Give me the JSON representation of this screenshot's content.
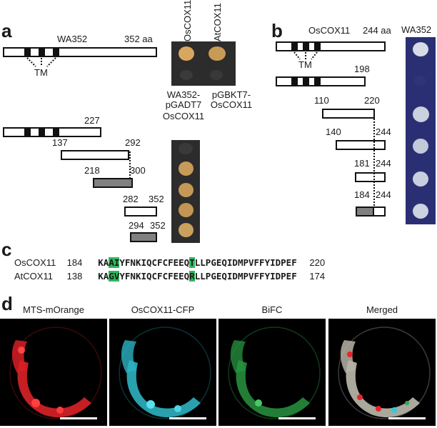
{
  "panel_a": {
    "letter": "a",
    "protein_label": "WA352",
    "full_length_label": "352 aa",
    "tm_label": "TM",
    "col_labels": [
      "OsCOX11",
      "AtCOX11"
    ],
    "label_bottom_left": "WA352-\npGADT7",
    "label_bottom_right": "pGBKT7-\nOsCOX11",
    "label_bottom_sub": "OsCOX11",
    "fragments": [
      {
        "start": "",
        "end": "227"
      },
      {
        "start": "137",
        "end": "292"
      },
      {
        "start": "218",
        "end": "300"
      },
      {
        "start": "282",
        "end": "352"
      },
      {
        "start": "294",
        "end": "352"
      }
    ]
  },
  "panel_b": {
    "letter": "b",
    "protein_label": "OsCOX11",
    "full_length_label": "244 aa",
    "tm_label": "TM",
    "plate_label": "WA352",
    "fragments": [
      {
        "start": "",
        "end": "198"
      },
      {
        "start": "110",
        "end": "220"
      },
      {
        "start": "140",
        "end": "244"
      },
      {
        "start": "181",
        "end": "244"
      },
      {
        "start": "184",
        "end": "244"
      }
    ]
  },
  "panel_c": {
    "letter": "c",
    "rows": [
      {
        "name": "OsCOX11",
        "start": "184",
        "seg1": "KA",
        "hl1": "AI",
        "seg2": "YFNKIQCFCFEEQ",
        "hl2": "T",
        "seg3": "LLPGEQIDMPVFFYIDPEF",
        "end": "220"
      },
      {
        "name": "AtCOX11",
        "start": "138",
        "seg1": "KA",
        "hl1": "GV",
        "seg2": "YFNKIQCFCFEEQ",
        "hl2": "R",
        "seg3": "LLPGEQIDMPVFFYIDPEF",
        "end": "174"
      }
    ]
  },
  "panel_d": {
    "letter": "d",
    "titles": [
      "MTS-mOrange",
      "OsCOX11-CFP",
      "BiFC",
      "Merged"
    ],
    "colors": {
      "orange": "#e8242a",
      "cfp": "#33c8d8",
      "bifc": "#2ea84a"
    }
  }
}
